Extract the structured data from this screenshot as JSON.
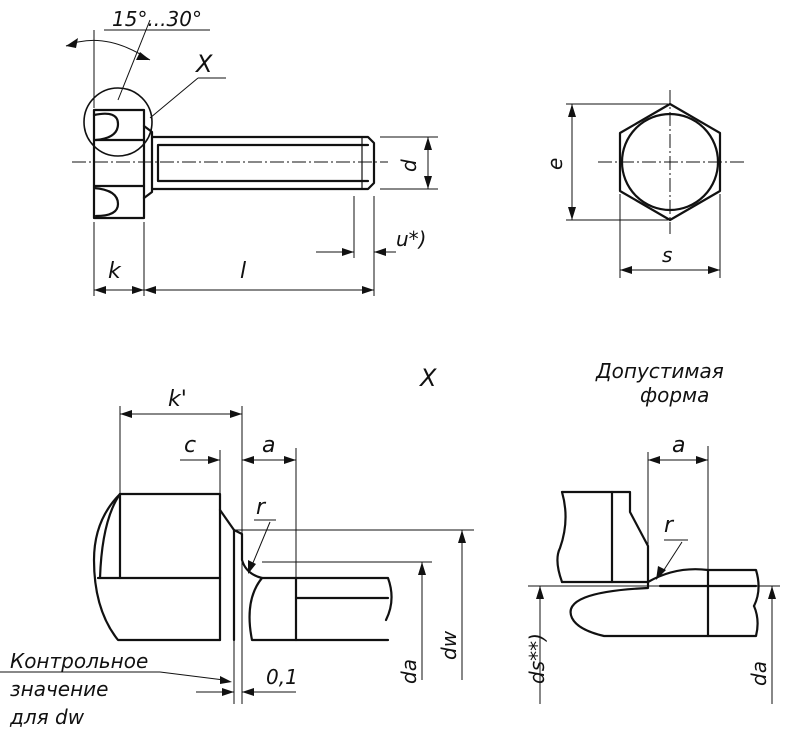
{
  "labels": {
    "angle": "15°...30°",
    "detail_x_mark": "X",
    "dim_d": "d",
    "dim_u": "u*)",
    "dim_k": "k",
    "dim_l": "l",
    "dim_e": "e",
    "dim_s": "s",
    "detail_title": "X",
    "allowed_form_line1": "Допустимая",
    "allowed_form_line2": "форма",
    "dim_k_prime": "k'",
    "dim_c": "c",
    "dim_a_left": "a",
    "dim_r_left": "r",
    "dim_da_left": "da",
    "dim_dw": "dw",
    "dim_01": "0,1",
    "control_line1": "Контрольное",
    "control_line2": "значение",
    "control_line3": "для dw",
    "dim_a_right": "a",
    "dim_r_right": "r",
    "dim_ds": "ds**)",
    "dim_da_right": "da"
  }
}
